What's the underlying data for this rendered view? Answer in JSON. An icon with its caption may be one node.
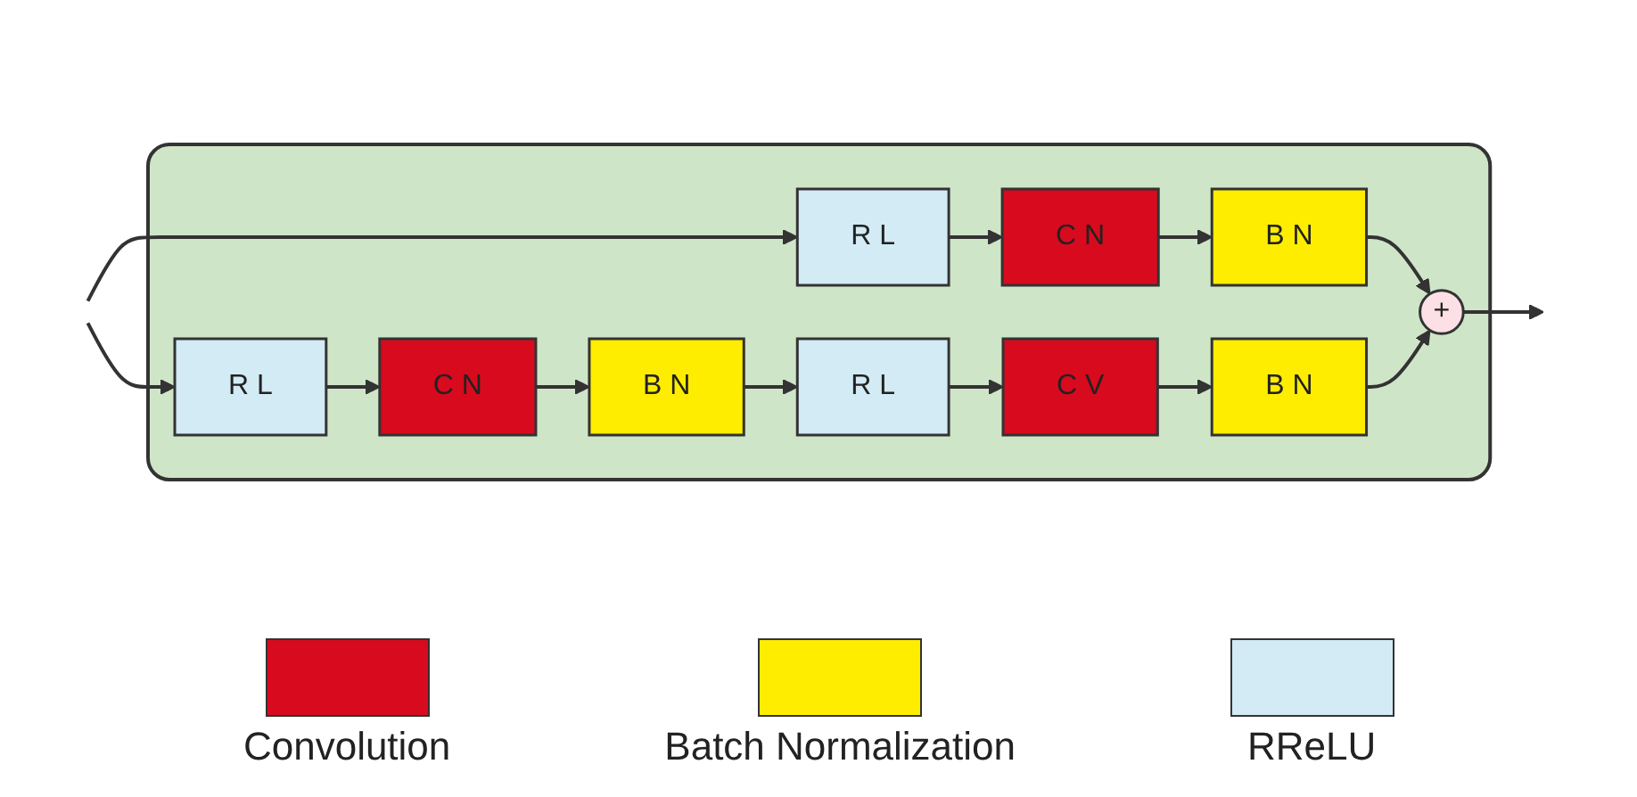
{
  "diagram": {
    "nodes": [
      {
        "text": [],
        "shape": "box"
      },
      {
        "text": [
          "R L"
        ],
        "in": 0
      },
      {
        "text": [
          "C N"
        ],
        "in": 0
      },
      {
        "text": [
          "B N"
        ],
        "in": 0
      },
      {
        "text": [
          "R L"
        ],
        "in": 0
      },
      {
        "text": [
          "C N"
        ],
        "in": 0
      },
      {
        "text": [
          "B N"
        ],
        "in": 0
      },
      {
        "text": [
          "R L"
        ],
        "in": 0
      },
      {
        "text": [
          "C V"
        ],
        "in": 0
      },
      {
        "text": [
          "B N"
        ],
        "in": 0
      },
      {
        "text": [
          "+"
        ],
        "in": 0
      }
    ],
    "edges": [
      {
        "from": null,
        "to": 1,
        "arrow": "to"
      },
      {
        "from": null,
        "to": 4,
        "arrow": "to"
      },
      {
        "from": 1,
        "to": 2,
        "arrow": "to"
      },
      {
        "from": 2,
        "to": 3,
        "arrow": "to"
      },
      {
        "from": 3,
        "to": 10,
        "arrow": "to"
      },
      {
        "from": 4,
        "to": 5,
        "arrow": "to"
      },
      {
        "from": 5,
        "to": 6,
        "arrow": "to"
      },
      {
        "from": 6,
        "to": 7,
        "arrow": "to"
      },
      {
        "from": 7,
        "to": 8,
        "arrow": "to"
      },
      {
        "from": 8,
        "to": 9,
        "arrow": "to"
      },
      {
        "from": 9,
        "to": 10,
        "arrow": "to"
      },
      {
        "from": 10,
        "to": null,
        "arrow": "to"
      }
    ],
    "legend": [
      {
        "text": "Convolution",
        "color": "#d80a1e"
      },
      {
        "text": "Batch Normalization",
        "color": "#ffed00"
      },
      {
        "text": "RReLU",
        "color": "#d2ebf5"
      }
    ]
  }
}
